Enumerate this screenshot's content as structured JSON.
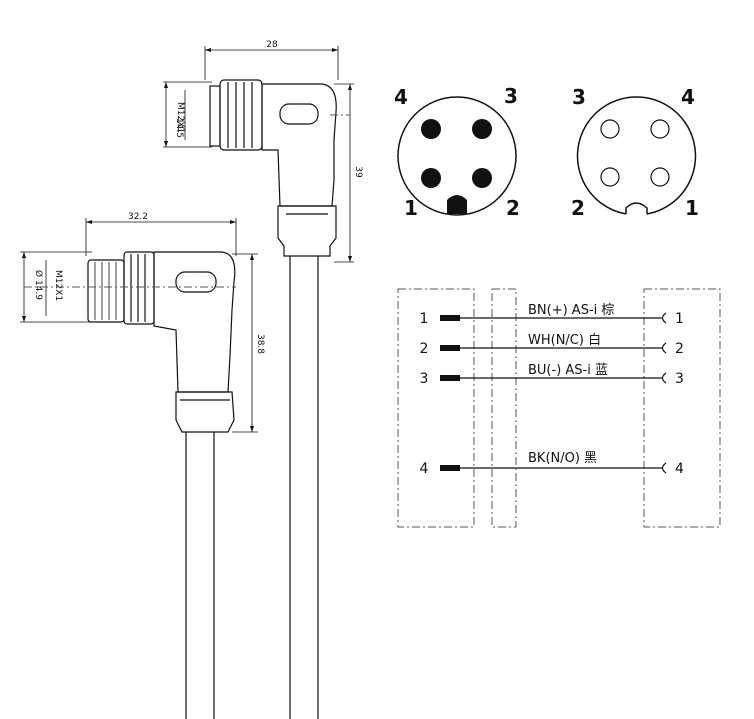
{
  "connector_large": {
    "width_dim": "28",
    "thread_dim": "M12X1",
    "nut_dim": "14.5",
    "height_dim": "39"
  },
  "connector_small": {
    "width_dim": "32.2",
    "thread_dim": "M12X1",
    "nut_dim": "Ø 14.9",
    "height_dim": "38.8"
  },
  "male_face": {
    "pins": [
      "4",
      "3",
      "1",
      "2"
    ]
  },
  "female_face": {
    "pins": [
      "3",
      "4",
      "2",
      "1"
    ]
  },
  "wiring": {
    "left_pins": [
      "1",
      "2",
      "3",
      "4"
    ],
    "right_pins": [
      "1",
      "2",
      "3",
      "4"
    ],
    "labels": [
      "BN(+) AS-i 棕",
      "WH(N/C) 白",
      "BU(-) AS-i 蓝",
      "BK(N/O) 黑"
    ]
  }
}
